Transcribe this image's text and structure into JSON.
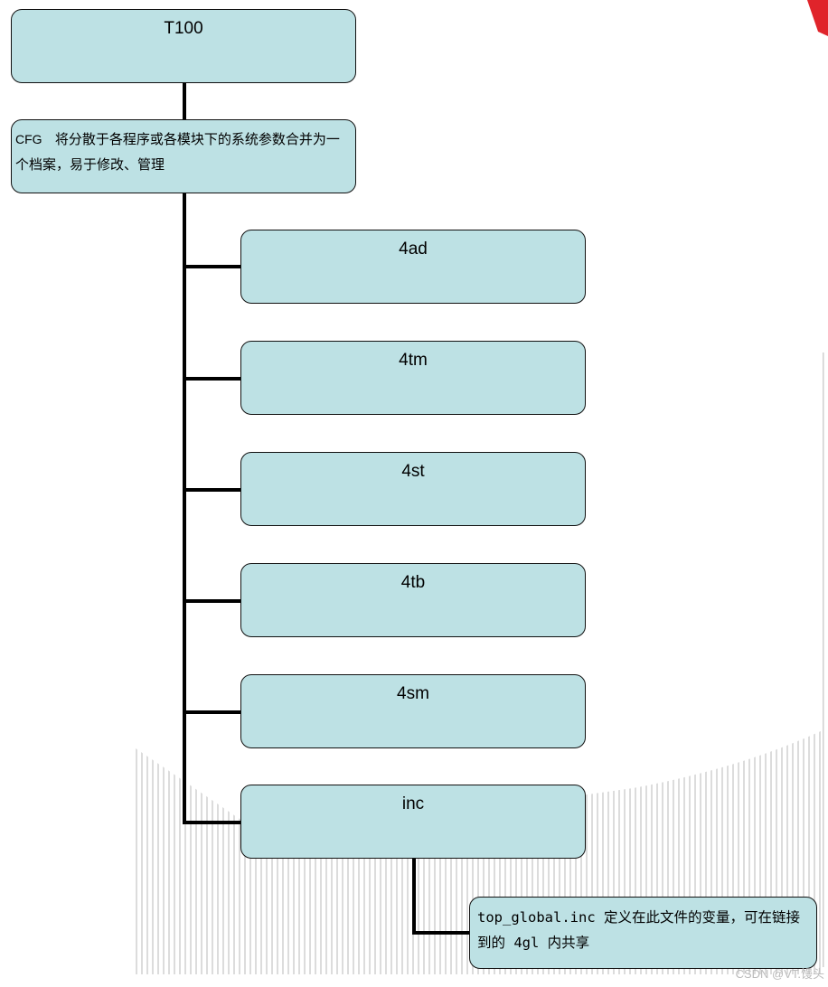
{
  "diagram": {
    "root": {
      "title": "T100"
    },
    "cfg": {
      "label": "CFG",
      "description": "将分散于各程序或各模块下的系统参数合并为一个档案，易于修改、管理"
    },
    "modules": [
      {
        "title": "4ad"
      },
      {
        "title": "4tm"
      },
      {
        "title": "4st"
      },
      {
        "title": "4tb"
      },
      {
        "title": "4sm"
      },
      {
        "title": "inc"
      }
    ],
    "inc_note": {
      "text": "top_global.inc 定义在此文件的变量，可在链接到的 4gl 内共享"
    }
  },
  "watermark": "CSDN @VT.馒头",
  "colors": {
    "node_fill": "#bde1e4",
    "node_border": "#111111",
    "connector": "#000000",
    "accent": "#e0242b"
  }
}
